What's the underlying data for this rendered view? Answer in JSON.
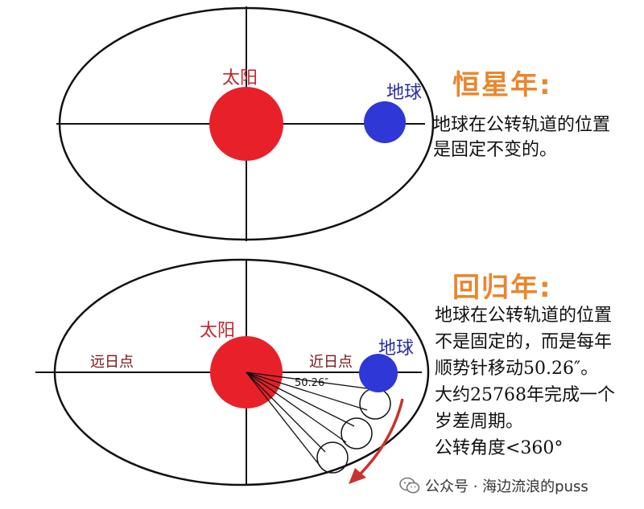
{
  "colors": {
    "sun": "#e8202a",
    "earth": "#2f37d6",
    "heading": "#e8872e",
    "sun_label": "#c0262b",
    "earth_label": "#2a2e9c",
    "arrow": "#c8332e"
  },
  "top_diagram": {
    "sun_label": "太阳",
    "earth_label": "地球"
  },
  "bottom_diagram": {
    "sun_label": "太阳",
    "earth_label": "地球",
    "aphelion_label": "远日点",
    "perihelion_label": "近日点",
    "angle_label": "50.26″"
  },
  "sidereal": {
    "heading": "恒星年:",
    "lines": [
      "地球在公转轨道的位置",
      "是固定不变的。"
    ]
  },
  "tropical": {
    "heading": "回归年:",
    "lines": [
      "地球在公转轨道的位置",
      "不是固定的，而是每年",
      "顺势针移动50.26″。",
      "大约25768年完成一个",
      "岁差周期。",
      "公转角度<360°"
    ]
  },
  "watermark": {
    "text": "公众号 · 海边流浪的puss",
    "icon": "wechat-icon"
  }
}
